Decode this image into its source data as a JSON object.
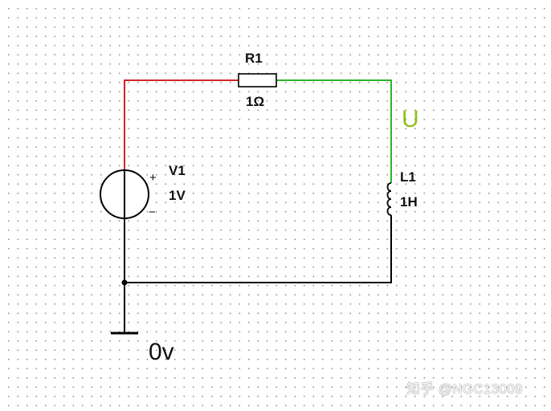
{
  "components": {
    "resistor": {
      "name": "R1",
      "value": "1Ω"
    },
    "source": {
      "name": "V1",
      "value": "1V",
      "plus": "+",
      "minus": "−"
    },
    "inductor": {
      "name": "L1",
      "value": "1H"
    }
  },
  "probe": {
    "label": "U"
  },
  "ground": {
    "label": "0v"
  },
  "watermark": {
    "text": "知乎 @NGC13009"
  },
  "colors": {
    "wire_red": "#d62424",
    "wire_green": "#2ab52a",
    "wire_black": "#000000",
    "probe_label": "#8fbf20"
  }
}
